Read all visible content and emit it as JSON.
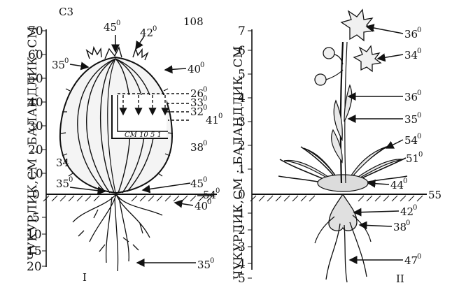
{
  "header": {
    "left_tag": "С3",
    "page_number": "108"
  },
  "panel_I": {
    "roman": "I",
    "axis_label": "ЧУКУРЛИК,СМ ; БАЛАНДЛИК ,СМ",
    "ticks_up": [
      "10",
      "20",
      "30",
      "40",
      "50",
      "60",
      "70"
    ],
    "zero": "0",
    "ticks_down": [
      "5",
      "10",
      "15",
      "20"
    ],
    "inner_scale": "СМ 10 5  1",
    "labels": {
      "top": "45",
      "top_right": "42",
      "upper_left": "35",
      "upper_right": "40",
      "r26": "26",
      "r33": "33",
      "r32": "32",
      "r41": "41",
      "r38": "38",
      "left_34": "34",
      "base_left": "35",
      "base_right": "45",
      "ground": "54",
      "root_top": "40",
      "root_bottom": "35"
    }
  },
  "panel_II": {
    "roman": "II",
    "axis_label": "ЧУКУРЛИК,СМ ; БАЛАНДЛИК ,СМ",
    "ticks_up": [
      "1",
      "2",
      "3",
      "4",
      "5",
      "6",
      "7"
    ],
    "zero": "0",
    "ticks_down": [
      "1",
      "2",
      "3",
      "4",
      "5"
    ],
    "labels": {
      "flower_36": "36",
      "flower_34": "34",
      "stem_36": "36",
      "stem_35": "35",
      "leaf_54": "54",
      "leaf_51": "51",
      "base_44": "44",
      "ground_55": "55",
      "root_42": "42",
      "root_38": "38",
      "root_47": "47"
    }
  },
  "colors": {
    "ink": "#111111",
    "paper": "#ffffff"
  }
}
